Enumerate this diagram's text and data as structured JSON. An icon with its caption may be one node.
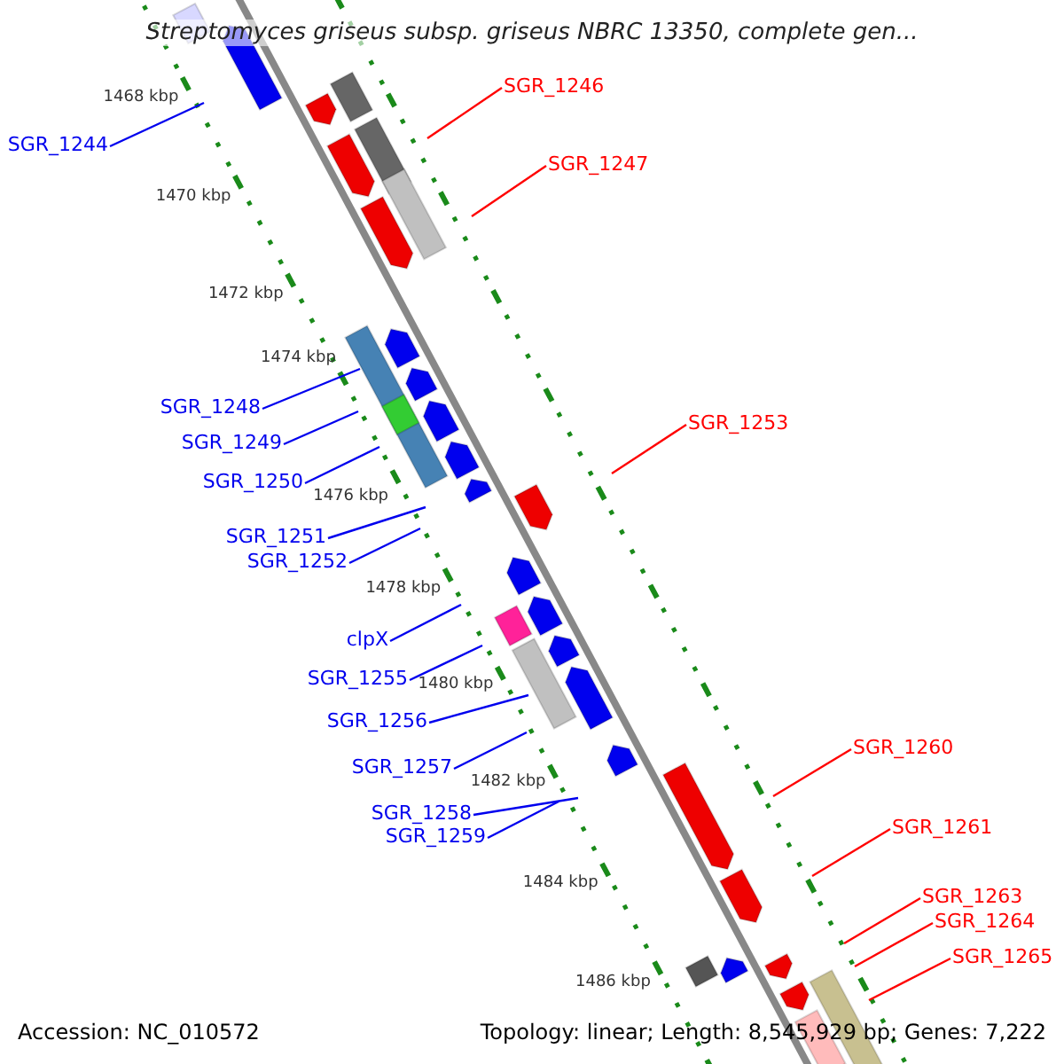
{
  "diagram": {
    "title": "Streptomyces griseus subsp. griseus NBRC 13350, complete gen...",
    "nodes": [
      {
        "text": [
          "SGR_1246"
        ]
      },
      {
        "text": [
          "SGR_1244"
        ]
      },
      {
        "text": [
          "SGR_1247"
        ]
      },
      {
        "text": [
          "SGR_1248"
        ]
      },
      {
        "text": [
          "SGR_1253"
        ]
      },
      {
        "text": [
          "SGR_1249"
        ]
      },
      {
        "text": [
          "SGR_1250"
        ]
      },
      {
        "text": [
          "SGR_1251"
        ]
      },
      {
        "text": [
          "SGR_1252"
        ]
      },
      {
        "text": [
          "clpX"
        ]
      },
      {
        "text": [
          "SGR_1255"
        ]
      },
      {
        "text": [
          "SGR_1256"
        ]
      },
      {
        "text": [
          "SGR_1260"
        ]
      },
      {
        "text": [
          "SGR_1257"
        ]
      },
      {
        "text": [
          "SGR_1258"
        ]
      },
      {
        "text": [
          "SGR_1261"
        ]
      },
      {
        "text": [
          "SGR_1259"
        ]
      },
      {
        "text": [
          "SGR_1263"
        ]
      },
      {
        "text": [
          "SGR_1264"
        ]
      },
      {
        "text": [
          "SGR_1265"
        ]
      }
    ],
    "edges": [
      {
        "from": 0,
        "to": null,
        "arrow": "none",
        "color": "#ff0000"
      },
      {
        "from": 1,
        "to": null,
        "arrow": "none"
      },
      {
        "from": 2,
        "to": null,
        "arrow": "none",
        "color": "#ff0000"
      },
      {
        "from": 3,
        "to": null,
        "arrow": "none"
      },
      {
        "from": 4,
        "to": null,
        "arrow": "none",
        "color": "#ff0000"
      },
      {
        "from": 5,
        "to": null,
        "arrow": "none"
      },
      {
        "from": 6,
        "to": null,
        "arrow": "none"
      },
      {
        "from": 7,
        "to": null,
        "arrow": "none"
      },
      {
        "from": 8,
        "to": null,
        "arrow": "none"
      },
      {
        "from": 9,
        "to": null,
        "arrow": "none"
      },
      {
        "from": 10,
        "to": null,
        "arrow": "none"
      },
      {
        "from": 11,
        "to": null,
        "arrow": "none"
      },
      {
        "from": 12,
        "to": null,
        "arrow": "none",
        "color": "#ff0000"
      },
      {
        "from": 13,
        "to": null,
        "arrow": "none"
      },
      {
        "from": 14,
        "to": null,
        "arrow": "none"
      },
      {
        "from": 15,
        "to": null,
        "arrow": "none",
        "color": "#ff0000"
      },
      {
        "from": 16,
        "to": null,
        "arrow": "none"
      },
      {
        "from": 17,
        "to": null,
        "arrow": "none",
        "color": "#ff0000"
      },
      {
        "from": 18,
        "to": null,
        "arrow": "none",
        "color": "#ff0000"
      },
      {
        "from": 19,
        "to": null,
        "arrow": "none",
        "color": "#ff0000"
      }
    ],
    "labels": [
      "1468 kbp",
      "1470 kbp",
      "1472 kbp",
      "1474 kbp",
      "1476 kbp",
      "1478 kbp",
      "1480 kbp",
      "1482 kbp",
      "1484 kbp",
      "1486 kbp",
      "Accession: NC_010572",
      "Topology: linear; Length: 8,545,929 bp; Genes: 7,222"
    ]
  }
}
